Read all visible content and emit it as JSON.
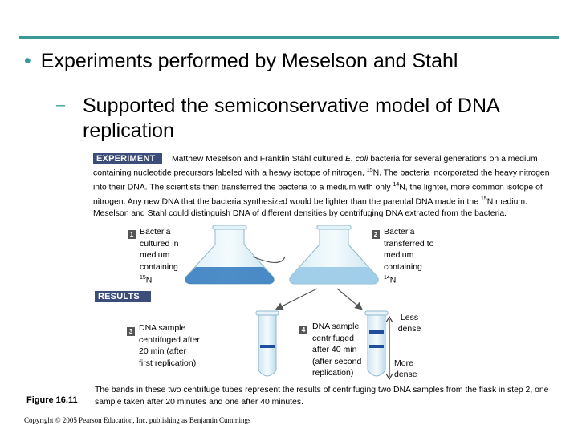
{
  "slide": {
    "bullet_main": "Experiments performed by Meselson and Stahl",
    "dash": "–",
    "bullet_sub": "Supported the semiconservative model of DNA replication"
  },
  "figure": {
    "experiment_tag": "EXPERIMENT",
    "intro": {
      "p1": "Matthew Meselson and Franklin Stahl cultured ",
      "species": "E. coli",
      "p2": " bacteria for several generations on a medium containing nucleotide precursors labeled with a heavy isotope of nitrogen, ",
      "iso1_mass": "15",
      "iso1_el": "N. The bacteria incorporated the heavy nitrogen into their DNA. The scientists then transferred the bacteria to a medium with only ",
      "iso2_mass": "14",
      "iso2_el": "N, the lighter, more common isotope of nitrogen. Any new DNA that the bacteria synthesized would be lighter than the parental DNA made in the ",
      "iso3_mass": "15",
      "p3": "N medium. Meselson and Stahl could distinguish DNA of different densities by centrifuging DNA extracted from the bacteria."
    },
    "step1": {
      "num": "1",
      "text": "Bacteria cultured in medium containing",
      "mass": "15",
      "el": "N"
    },
    "step2": {
      "num": "2",
      "text": "Bacteria transferred to medium containing",
      "mass": "14",
      "el": "N"
    },
    "results_tag": "RESULTS",
    "step3": {
      "num": "3",
      "text": "DNA sample centrifuged after 20 min (after first replication)"
    },
    "step4": {
      "num": "4",
      "text": "DNA sample centrifuged after 40 min (after second replication)"
    },
    "less_dense": "Less dense",
    "more_dense": "More dense",
    "caption": "The bands in these two centrifuge tubes represent the results of centrifuging two DNA samples from the flask in step 2, one sample taken after 20 minutes and one after 40 minutes.",
    "figure_label": "Figure 16.11",
    "colors": {
      "accent": "#3a9a9a",
      "tag_bg": "#3b4d78",
      "band": "#1f4e9c",
      "medium_heavy": "#3a7fc1",
      "medium_light": "#9dcbe8"
    }
  },
  "footer": {
    "copyright": "Copyright © 2005 Pearson Education, Inc. publishing as Benjamin Cummings"
  }
}
